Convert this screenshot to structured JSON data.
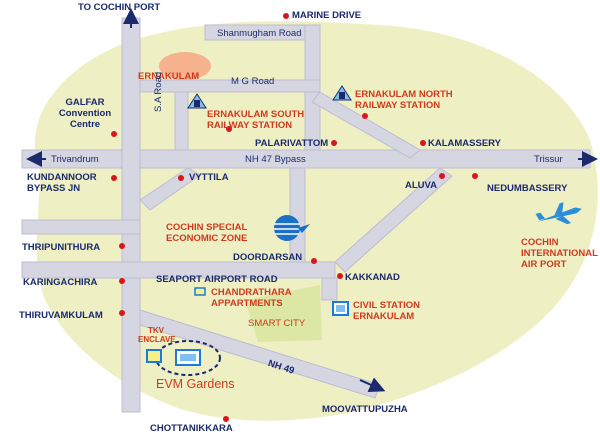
{
  "colors": {
    "background_blob": "#efefc4",
    "road": "#d6d6e2",
    "road_border": "#bcbcd2",
    "dot": "#d8161b",
    "label_navy": "#1a2a6c",
    "label_red": "#d03a1c",
    "smart_city": "#d8e6a0",
    "ernakulam_highlight": "#f7a37e"
  },
  "labels": {
    "to_cochin_port": "TO COCHIN PORT",
    "marine_drive": "MARINE DRIVE",
    "shanmugham_road": "Shanmugham Road",
    "ernakulam": "ERNAKULAM",
    "mg_road": "M G Road",
    "galfar_line1": "GALFAR",
    "galfar_line2": "Convention",
    "galfar_line3": "Centre",
    "ernakulam_south_line1": "ERNAKULAM SOUTH",
    "ernakulam_south_line2": "RAILWAY STATION",
    "ernakulam_north_line1": "ERNAKULAM NORTH",
    "ernakulam_north_line2": "RAILWAY STATION",
    "sa_road": "S.A Road",
    "palarivattom": "PALARIVATTOM",
    "kalamassery": "KALAMASSERY",
    "trivandrum": "Trivandrum",
    "nh47_bypass": "NH 47 Bypass",
    "trissur": "Trissur",
    "kundannoor_line1": "KUNDANNOOR",
    "kundannoor_line2": "BYPASS JN",
    "vyttila": "VYTTILA",
    "aluva": "ALUVA",
    "nedumbassery": "NEDUMBASSERY",
    "csez_line1": "COCHIN SPECIAL",
    "csez_line2": "ECONOMIC ZONE",
    "airport_line1": "COCHIN",
    "airport_line2": "INTERNATIONAL",
    "airport_line3": "AIR PORT",
    "thripunithura": "THRIPUNITHURA",
    "doordarsan": "DOORDARSAN",
    "karingachira": "KARINGACHIRA",
    "kakkanad": "KAKKANAD",
    "seaport_airport_road": "SEAPORT AIRPORT ROAD",
    "thiruvamkulam": "THIRUVAMKULAM",
    "chandrathara_line1": "CHANDRATHARA",
    "chandrathara_line2": "APPARTMENTS",
    "civil_station_line1": "CIVIL STATION",
    "civil_station_line2": "ERNAKULAM",
    "smart_city": "SMART CITY",
    "tkv_line1": "TKV",
    "tkv_line2": "ENCLAVE",
    "nh49": "NH 49",
    "evm_gardens": "EVM Gardens",
    "moovattupuzha": "MOOVATTUPUZHA",
    "chottanikkara": "CHOTTANIKKARA"
  },
  "icons": [
    "train-icon",
    "airplane-icon",
    "sez-globe-icon",
    "building-icon",
    "arrow-icon"
  ]
}
